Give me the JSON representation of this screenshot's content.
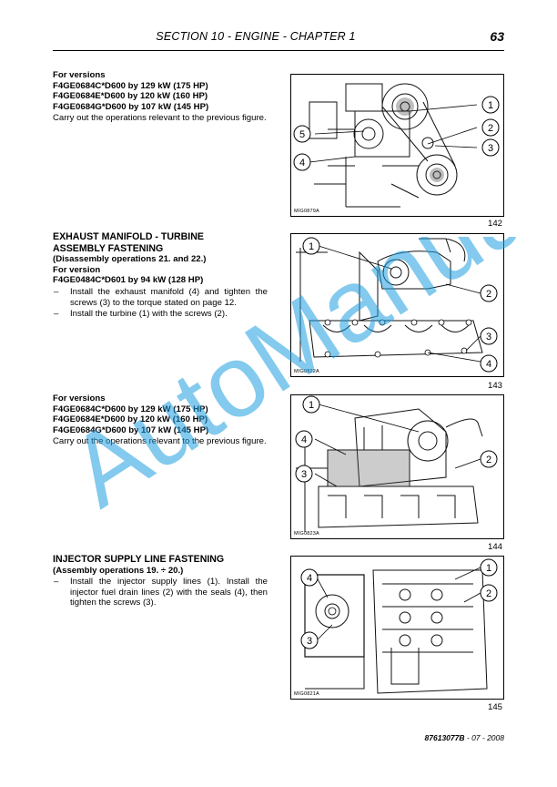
{
  "header": {
    "title": "SECTION 10 - ENGINE - CHAPTER 1",
    "page_number": "63"
  },
  "sections": [
    {
      "lines": [
        "For versions",
        "F4GE0684C*D600 by 129 kW (175 HP)",
        "F4GE0684E*D600 by 120 kW (160 HP)",
        "F4GE0684G*D600 by 107 kW (145 HP)"
      ],
      "text": "Carry out the operations relevant to the previous figure."
    },
    {
      "heading": [
        "EXHAUST MANIFOLD - TURBINE",
        "ASSEMBLY FASTENING"
      ],
      "sub": [
        "(Disassembly operations 21. and 22.)",
        "For version",
        "F4GE0484C*D601 by 94 kW (128 HP)"
      ],
      "bullets": [
        "Install the exhaust manifold (4) and tighten the screws (3) to the torque stated on page 12.",
        "Install the turbine (1) with the screws (2)."
      ]
    },
    {
      "lines": [
        "For versions",
        "F4GE0684C*D600 by 129 kW (175 HP)",
        "F4GE0684E*D600 by 120 kW (160 HP)",
        "F4GE0684G*D600 by 107 kW (145 HP)"
      ],
      "text": "Carry out the operations relevant to the previous figure."
    },
    {
      "heading": [
        "INJECTOR SUPPLY LINE FASTENING"
      ],
      "sub": [
        "(Assembly operations 19. ÷ 20.)"
      ],
      "bullets": [
        "Install the injector supply lines (1). Install the injector fuel drain lines (2) with the seals (4), then tighten the screws (3)."
      ]
    }
  ],
  "figures": [
    {
      "number": "142",
      "code": "MIG0879A",
      "callouts": [
        "1",
        "2",
        "3",
        "4",
        "5"
      ]
    },
    {
      "number": "143",
      "code": "MIG0822A",
      "callouts": [
        "1",
        "2",
        "3",
        "4"
      ]
    },
    {
      "number": "144",
      "code": "MIG0823A",
      "callouts": [
        "1",
        "2",
        "3",
        "4"
      ]
    },
    {
      "number": "145",
      "code": "MIG0821A",
      "callouts": [
        "1",
        "2",
        "3",
        "4"
      ]
    }
  ],
  "watermark": "AutoManual",
  "footer": {
    "doc": "87613077B",
    "date": " - 07 - 2008"
  }
}
